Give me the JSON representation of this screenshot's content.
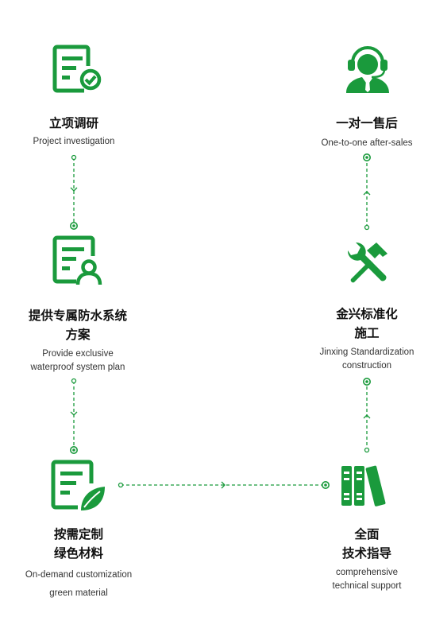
{
  "steps": [
    {
      "title_lines": [
        "立项调研"
      ],
      "sub_lines": [
        "Project investigation"
      ],
      "icon": "document-check-icon"
    },
    {
      "title_lines": [
        "提供专属防水系统",
        "方案"
      ],
      "sub_lines": [
        "Provide exclusive",
        "waterproof system plan"
      ],
      "icon": "document-person-icon"
    },
    {
      "title_lines": [
        "按需定制",
        "绿色材料"
      ],
      "sub_lines": [
        "On-demand customization",
        "green material"
      ],
      "icon": "document-leaf-icon"
    },
    {
      "title_lines": [
        "全面",
        "技术指导"
      ],
      "sub_lines": [
        "comprehensive",
        "technical support"
      ],
      "icon": "books-icon"
    },
    {
      "title_lines": [
        "金兴标准化",
        "施工"
      ],
      "sub_lines": [
        "Jinxing Standardization",
        "construction"
      ],
      "icon": "tools-icon"
    },
    {
      "title_lines": [
        "一对一售后"
      ],
      "sub_lines": [
        "One-to-one after-sales"
      ],
      "icon": "headset-agent-icon"
    }
  ],
  "colors": {
    "accent": "#1a9a3c",
    "title": "#111111",
    "subtitle": "#333333"
  }
}
